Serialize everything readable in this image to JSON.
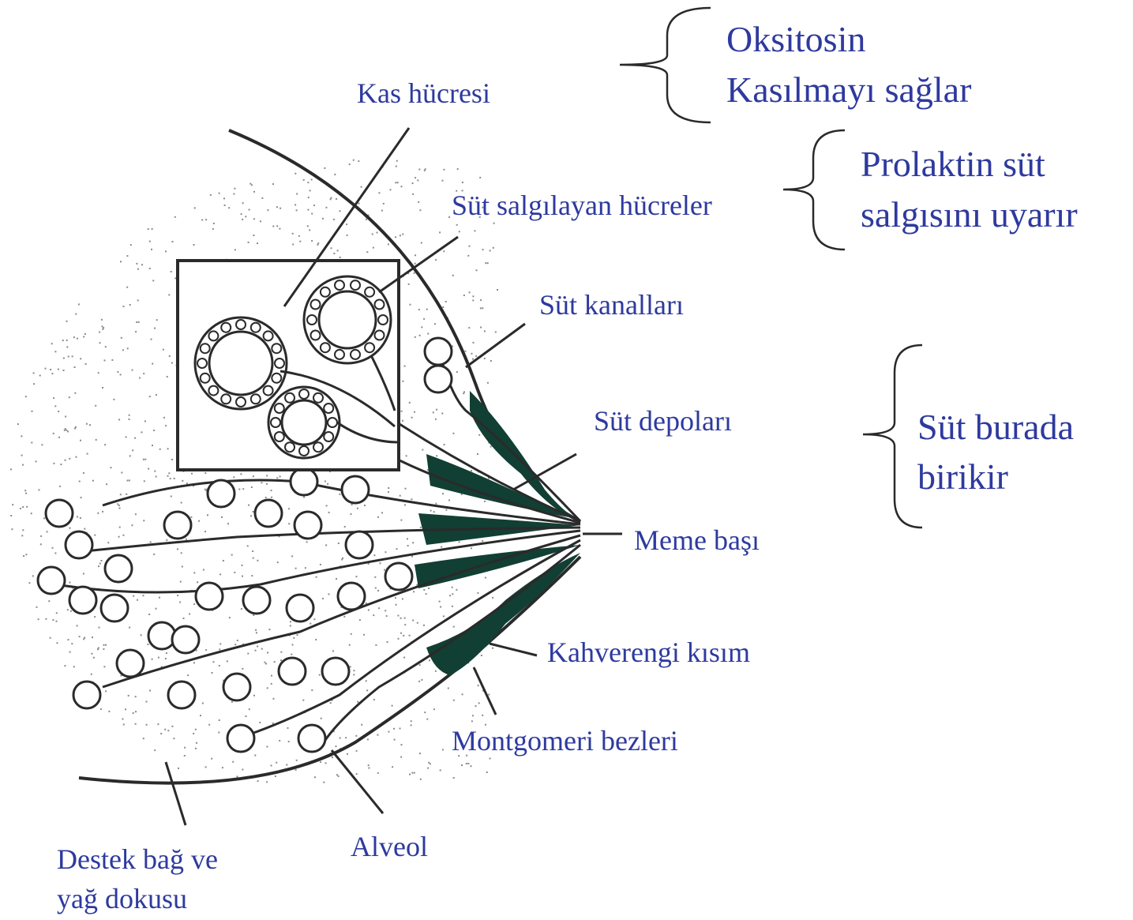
{
  "diagram": {
    "labels": {
      "kas_hucresi": "Kas hücresi",
      "sut_salgilayan": "Süt salgılayan hücreler",
      "sut_kanallari": "Süt kanalları",
      "sut_depolari": "Süt depoları",
      "meme_basi": "Meme başı",
      "kahverengi": "Kahverengi kısım",
      "montgomeri": "Montgomeri bezleri",
      "alveol": "Alveol",
      "destek_line1": "Destek bağ ve",
      "destek_line2": "yağ dokusu"
    },
    "notes": {
      "oksitosin_line1": "Oksitosin",
      "oksitosin_line2": "Kasılmayı sağlar",
      "prolaktin_line1": "Prolaktin süt",
      "prolaktin_line2": "salgısını uyarır",
      "birikir_line1": "Süt burada",
      "birikir_line2": "birikir"
    },
    "colors": {
      "label_text": "#2e3a9e",
      "tissue_dark": "#123f33",
      "outline": "#2a2a2a",
      "stipple": "#8a8a8a"
    }
  }
}
